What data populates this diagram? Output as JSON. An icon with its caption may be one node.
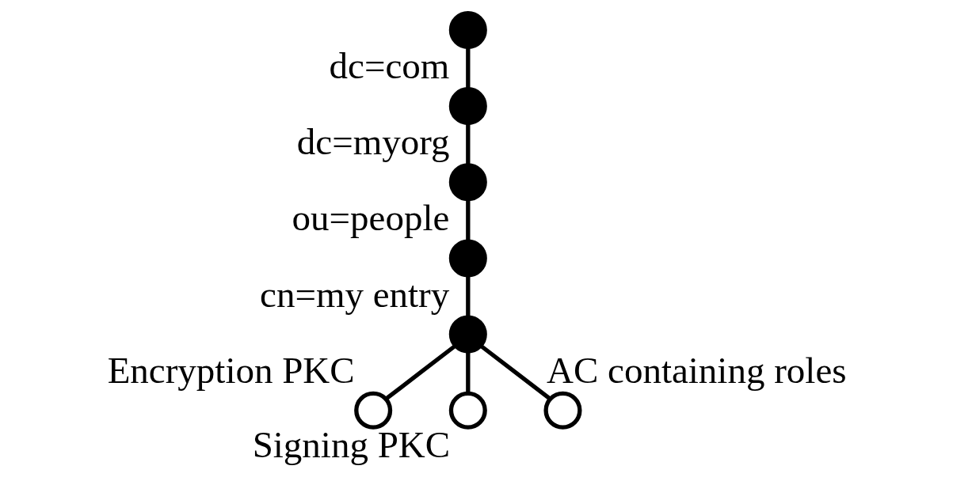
{
  "diagram": {
    "nodes": [
      {
        "text": [],
        "shape": "circle"
      },
      {
        "text": [],
        "shape": "circle",
        "beside": [
          "dc=com"
        ]
      },
      {
        "text": [],
        "shape": "circle",
        "beside": [
          "dc=myorg"
        ]
      },
      {
        "text": [],
        "shape": "circle",
        "beside": [
          "ou=people"
        ]
      },
      {
        "text": [],
        "shape": "circle",
        "beside": [
          "cn=my entry"
        ]
      },
      {
        "text": [],
        "shape": "circle",
        "beside": [
          "Encryption PKC"
        ]
      },
      {
        "text": [],
        "shape": "circle",
        "beside": [
          "Signing PKC"
        ]
      },
      {
        "text": [],
        "shape": "circle",
        "beside": [
          "AC containing roles"
        ]
      }
    ],
    "edges": [
      {
        "from": 0,
        "to": 1,
        "arrow": "none"
      },
      {
        "from": 1,
        "to": 2,
        "arrow": "none"
      },
      {
        "from": 2,
        "to": 3,
        "arrow": "none"
      },
      {
        "from": 3,
        "to": 4,
        "arrow": "none"
      },
      {
        "from": 4,
        "to": 5,
        "arrow": "none"
      },
      {
        "from": 4,
        "to": 6,
        "arrow": "none"
      },
      {
        "from": 4,
        "to": 7,
        "arrow": "none"
      }
    ]
  }
}
